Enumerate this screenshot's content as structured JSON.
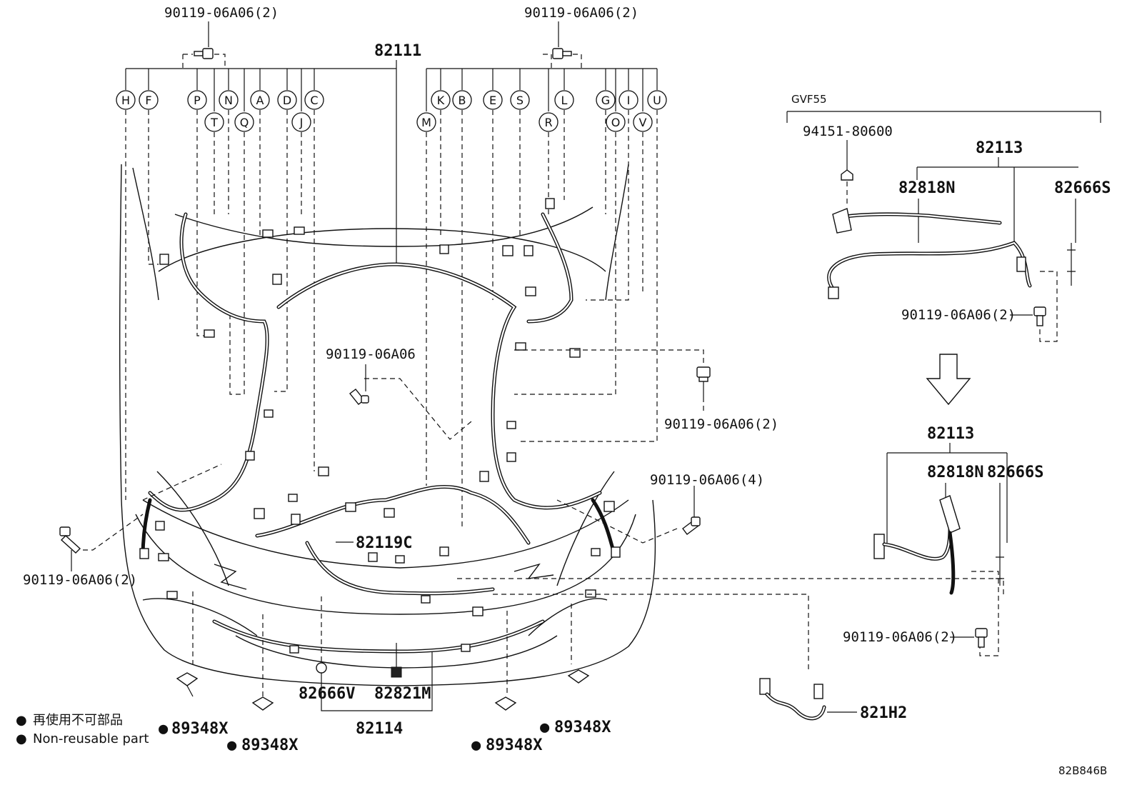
{
  "diagram": {
    "labels": {
      "top_left_bolt": "90119-06A06(2)",
      "top_right_bolt": "90119-06A06(2)",
      "main_harness": "82111",
      "center_bolt": "90119-06A06",
      "right_bolt_2": "90119-06A06(2)",
      "right_bolt_4": "90119-06A06(4)",
      "left_bolt_2": "90119-06A06(2)",
      "harness_82119c": "82119C",
      "part_82666v": "82666V",
      "part_82821m": "82821M",
      "part_82114": "82114",
      "clip_left_1": "89348X",
      "clip_left_2": "89348X",
      "clip_right_1": "89348X",
      "clip_right_2": "89348X",
      "variant": "GVF55",
      "nut_94151": "94151-80600",
      "assy_82113_top": "82113",
      "part_82818n_top": "82818N",
      "part_82666s_top": "82666S",
      "bolt_detail_top": "90119-06A06(2)",
      "assy_82113_bottom": "82113",
      "part_82818n_bottom": "82818N",
      "part_82666s_bottom": "82666S",
      "bolt_detail_bottom": "90119-06A06(2)",
      "part_821h2": "821H2",
      "figure_code": "82B846B"
    },
    "letters_row1": [
      "H",
      "F",
      "P",
      "N",
      "A",
      "D",
      "C",
      "K",
      "B",
      "E",
      "S",
      "L",
      "G",
      "I",
      "U"
    ],
    "letters_row2": [
      "T",
      "Q",
      "J",
      "M",
      "R",
      "O",
      "V"
    ],
    "legend": {
      "bullet": "●",
      "line1": "再使用不可部品",
      "line2": "Non-reusable part"
    }
  }
}
